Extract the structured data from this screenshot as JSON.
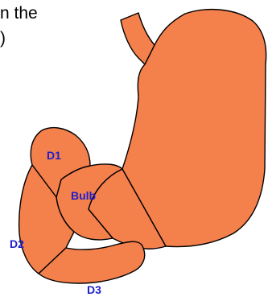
{
  "caption": {
    "line1": "n the",
    "line2": ")"
  },
  "labels": {
    "d1": "D1",
    "bulb": "Bulb",
    "d2": "D2",
    "d3": "D3"
  },
  "colors": {
    "organ_fill": "#F4804C",
    "outline": "#000000",
    "label_text": "#1F1FCC",
    "background": "#FFFFFF"
  }
}
